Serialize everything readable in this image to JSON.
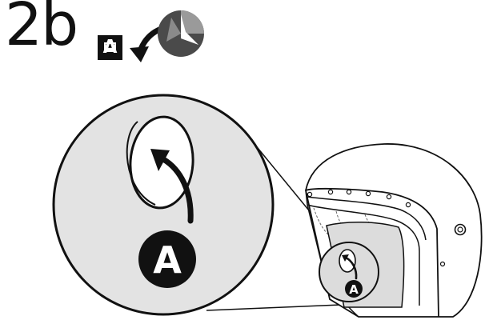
{
  "step": {
    "number": "2b",
    "part_letter": "A"
  },
  "zoom_callout": {
    "label": "A"
  },
  "helmet_callout": {
    "label": "A"
  },
  "icons": [
    "rotate-arrow-icon",
    "visor-rotation-icon"
  ],
  "colors": {
    "ink": "#111111",
    "fill_grey": "#e3e3e3",
    "dark_grey": "#555555",
    "paper": "#ffffff"
  }
}
